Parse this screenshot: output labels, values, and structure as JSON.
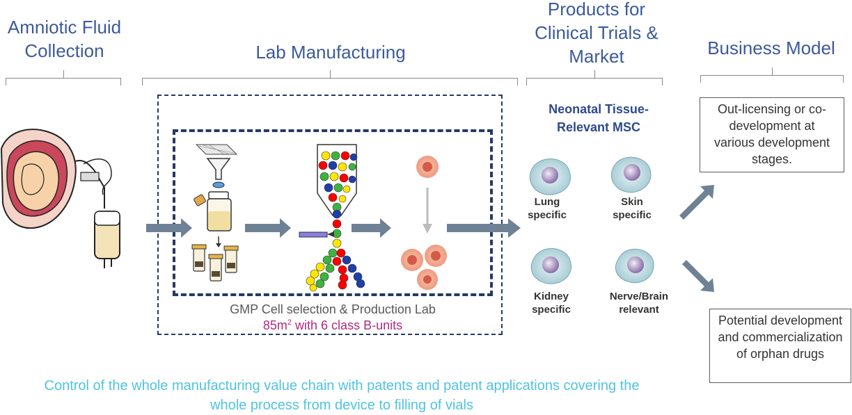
{
  "headings": {
    "amniotic": "Amniotic Fluid Collection",
    "lab": "Lab Manufacturing",
    "products": "Products for Clinical Trials & Market",
    "business": "Business Model"
  },
  "lab": {
    "gmp_line": "GMP Cell selection & Production Lab",
    "area_prefix": "85m",
    "area_sup": "2",
    "area_suffix": " with 6 class B-units"
  },
  "products": {
    "msc_title": "Neonatal Tissue-Relevant MSC",
    "cells": [
      {
        "label": "Lung specific"
      },
      {
        "label": "Skin specific"
      },
      {
        "label": "Kidney specific"
      },
      {
        "label": "Nerve/Brain relevant"
      }
    ]
  },
  "business": {
    "box1": "Out-licensing or co-development at various development stages.",
    "box2": "Potential development and commercialization of orphan drugs"
  },
  "footer": "Control of the whole manufacturing value chain with patents and patent applications covering the whole process from device to filling of vials",
  "colors": {
    "heading": "#3c5a9a",
    "arrow": "#6e8195",
    "footer": "#4fc3e0",
    "area_text": "#b02b7e"
  }
}
